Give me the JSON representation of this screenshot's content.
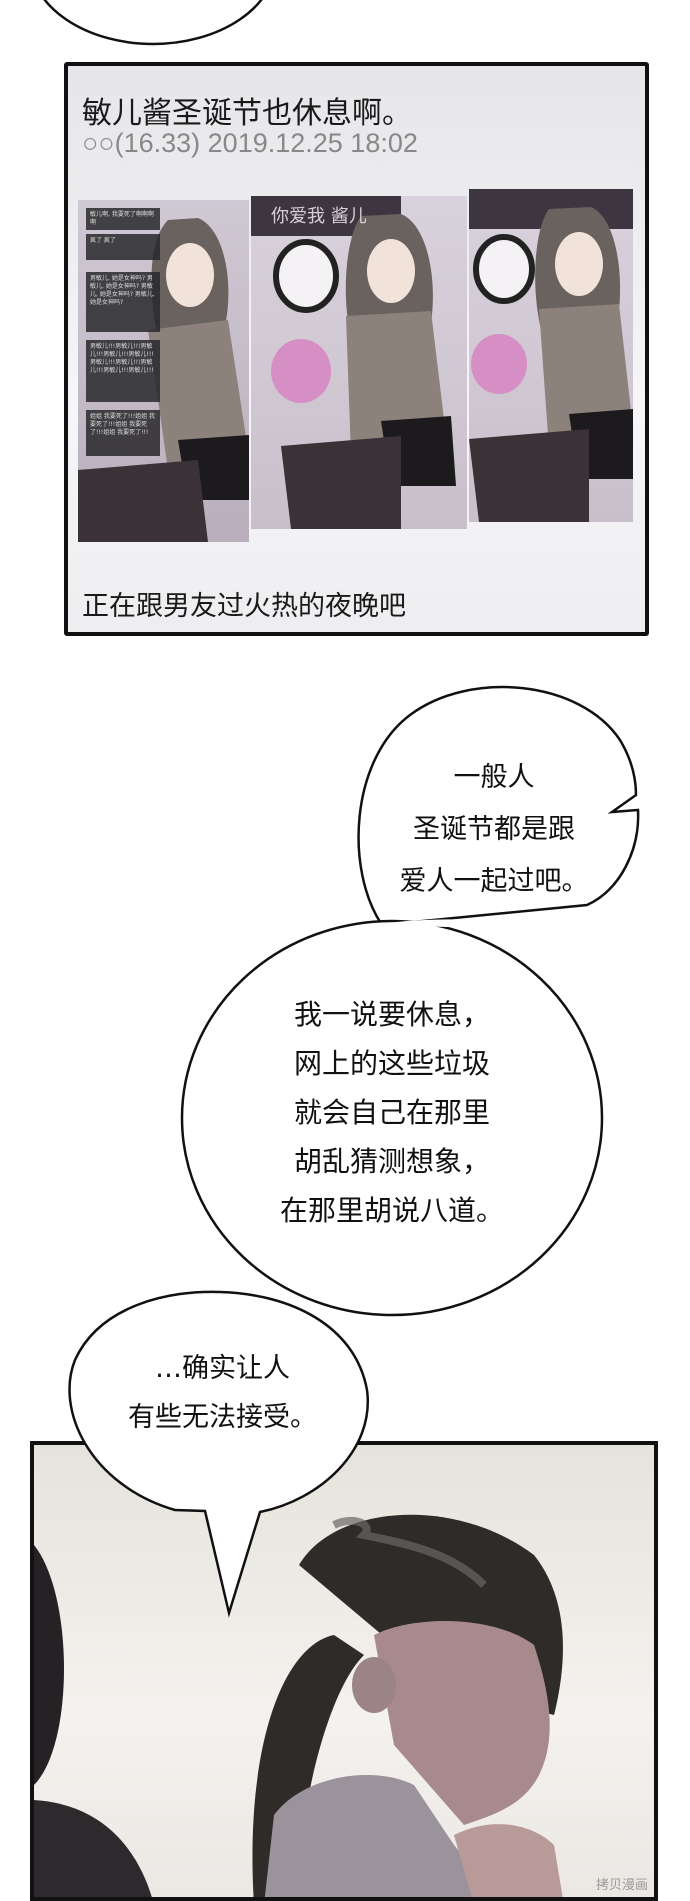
{
  "post": {
    "title": "敏儿酱圣诞节也休息啊。",
    "meta": "○○(16.33) 2019.12.25 18:02",
    "caption": "正在跟男友过火热的夜晚吧",
    "chat_messages": [
      "敏儿啊, 我要死了啊啊啊啊",
      "疯了 疯了",
      "男敏儿, 她是女神吗? 男敏儿, 她是女神吗? 男敏儿, 她是女神吗? 男敏儿, 她是女神吗?",
      "男敏儿!!!男敏儿!!!男敏儿!!!男敏儿!!!男敏儿!!!男敏儿!!!男敏儿!!!男敏儿!!!男敏儿!!!男敏儿!!!",
      "姐姐 我要死了!!!姐姐 我要死了!!!姐姐 我要死了!!!姐姐 我要死了!!!"
    ],
    "sign_text": "你爱我 酱儿"
  },
  "bubbles": {
    "top_right": [
      "一般人",
      "圣诞节都是跟",
      "爱人一起过吧。"
    ],
    "middle": [
      "我一说要休息，",
      "网上的这些垃圾",
      "就会自己在那里",
      "胡乱猜测想象，",
      "在那里胡说八道。"
    ],
    "bottom": [
      "…确实让人",
      "有些无法接受。"
    ]
  },
  "watermark": "拷贝漫画"
}
